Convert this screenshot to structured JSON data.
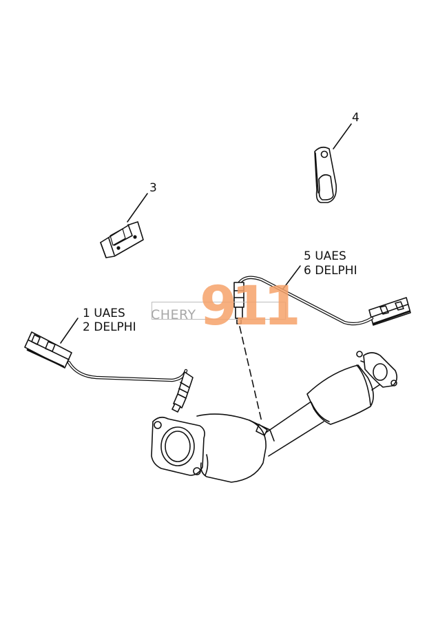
{
  "callouts": {
    "c1": {
      "num": "1",
      "text": "UAES"
    },
    "c2": {
      "num": "2",
      "text": "DELPHI"
    },
    "c3": {
      "num": "3"
    },
    "c4": {
      "num": "4"
    },
    "c5": {
      "num": "5",
      "text": "UAES"
    },
    "c6": {
      "num": "6",
      "text": "DELPHI"
    }
  },
  "watermark": {
    "brand": "CHERY",
    "number": "911",
    "number_color": "#f6a36b",
    "brand_color": "#a8a8a8"
  },
  "icons": [
    "oxygen-sensor",
    "sensor-bracket",
    "sensor-clip",
    "catalytic-converter"
  ]
}
